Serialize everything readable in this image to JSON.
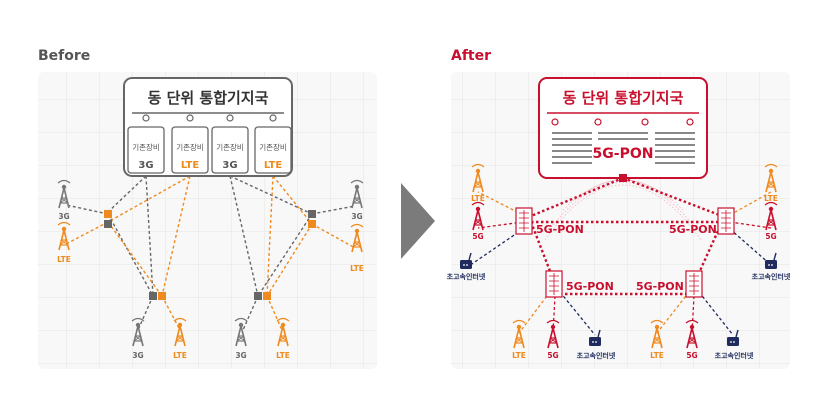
{
  "before": {
    "heading": "Before",
    "station_title": "동 단위 통합기지국",
    "equipment_label": "기존장비",
    "units": [
      "3G",
      "LTE",
      "3G",
      "LTE"
    ],
    "labels": {
      "g3": "3G",
      "lte": "LTE"
    }
  },
  "after": {
    "heading": "After",
    "station_title": "동 단위 통합기지국",
    "pon_main": "5G-PON",
    "pon_node": "5G-PON",
    "labels": {
      "lte": "LTE",
      "g5": "5G",
      "internet": "초고속인터넷"
    }
  },
  "colors": {
    "gray": "#666666",
    "orange": "#ef8a1e",
    "red": "#c8102e",
    "navy": "#1f2b5e",
    "grid": "#e6e6e6"
  }
}
